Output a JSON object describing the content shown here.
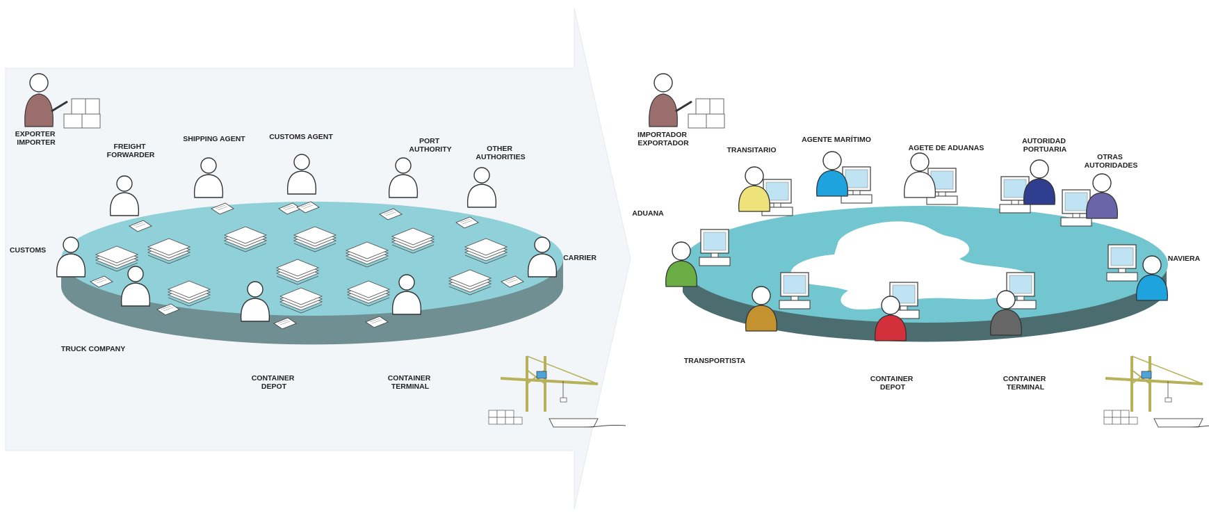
{
  "colors": {
    "panel_bg": "#f3f6f9",
    "table_top_left": "#8fd0d9",
    "table_side_left": "#6f8f93",
    "table_top_right": "#72c6d0",
    "table_side_right": "#4c6d70",
    "importer_shirt": "#9b6e6e"
  },
  "left_panel": {
    "labels": {
      "exporter_importer": [
        "EXPORTER",
        "IMPORTER"
      ],
      "freight_forwarder": [
        "FREIGHT",
        "FORWARDER"
      ],
      "shipping_agent": [
        "SHIPPING AGENT"
      ],
      "customs_agent": [
        "CUSTOMS AGENT"
      ],
      "port_authority": [
        "PORT",
        "AUTHORITY"
      ],
      "other_authorities": [
        "OTHER",
        "AUTHORITIES"
      ],
      "customs": [
        "CUSTOMS"
      ],
      "carrier": [
        "CARRIER"
      ],
      "truck_company": [
        "TRUCK COMPANY"
      ],
      "container_depot": [
        "CONTAINER",
        "DEPOT"
      ],
      "container_terminal": [
        "CONTAINER",
        "TERMINAL"
      ]
    }
  },
  "right_panel": {
    "labels": {
      "importador_exportador": [
        "IMPORTADOR",
        "EXPORTADOR"
      ],
      "transitario": [
        "TRANSITARIO"
      ],
      "agente_maritimo": [
        "AGENTE MARÍTIMO"
      ],
      "agete_de_aduanas": [
        "AGETE DE ADUANAS"
      ],
      "autoridad_portuaria": [
        "AUTORIDAD",
        "PORTUARIA"
      ],
      "otras_autoridades": [
        "OTRAS",
        "AUTORIDADES"
      ],
      "aduana": [
        "ADUANA"
      ],
      "naviera": [
        "NAVIERA"
      ],
      "transportista": [
        "TRANSPORTISTA"
      ],
      "container_depot": [
        "CONTAINER",
        "DEPOT"
      ],
      "container_terminal": [
        "CONTAINER",
        "TERMINAL"
      ]
    },
    "shirt_colors": {
      "transitario": "#eee37a",
      "agente_maritimo": "#1ea3de",
      "agete_de_aduanas": "#ffffff",
      "autoridad_portuaria": "#2f3e8e",
      "otras_autoridades": "#6a65a8",
      "aduana": "#6aad45",
      "naviera": "#1ea3de",
      "transportista": "#c4922f",
      "container_depot": "#d2303a",
      "container_terminal": "#666666"
    }
  }
}
